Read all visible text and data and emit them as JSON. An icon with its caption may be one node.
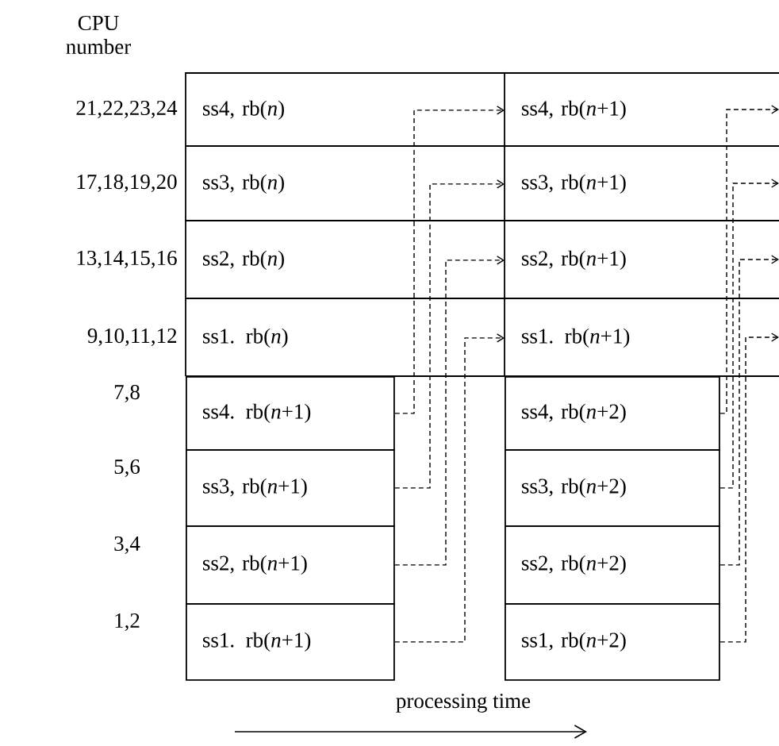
{
  "diagram": {
    "nodes": [
      {
        "text": [
          "ss4, rb(*n*)"
        ]
      },
      {
        "text": [
          "ss3, rb(*n*)"
        ]
      },
      {
        "text": [
          "ss2, rb(*n*)"
        ]
      },
      {
        "text": [
          "ss1. rb(*n*)"
        ]
      },
      {
        "text": [
          "ss4, rb(*n*+1)"
        ]
      },
      {
        "text": [
          "ss3, rb(*n*+1)"
        ]
      },
      {
        "text": [
          "ss2, rb(*n*+1)"
        ]
      },
      {
        "text": [
          "ss1. rb(*n*+1)"
        ]
      },
      {
        "text": [
          "ss4. rb(*n*+1)"
        ]
      },
      {
        "text": [
          "ss3, rb(*n*+1)"
        ]
      },
      {
        "text": [
          "ss2, rb(*n*+1)"
        ]
      },
      {
        "text": [
          "ss1. rb(*n*+1)"
        ]
      },
      {
        "text": [
          "ss4, rb(*n*+2)"
        ]
      },
      {
        "text": [
          "ss3, rb(*n*+2)"
        ]
      },
      {
        "text": [
          "ss2, rb(*n*+2)"
        ]
      },
      {
        "text": [
          "ss1, rb(*n*+2)"
        ]
      }
    ],
    "edges": [
      {
        "from": 8,
        "to": 4,
        "arrow": "to",
        "style": "dashed"
      },
      {
        "from": 9,
        "to": 5,
        "arrow": "to",
        "style": "dashed"
      },
      {
        "from": 10,
        "to": 6,
        "arrow": "to",
        "style": "dashed"
      },
      {
        "from": 11,
        "to": 7,
        "arrow": "to",
        "style": "dashed"
      },
      {
        "from": 12,
        "to": null,
        "arrow": "to",
        "style": "dashed"
      },
      {
        "from": 13,
        "to": null,
        "arrow": "to",
        "style": "dashed"
      },
      {
        "from": 14,
        "to": null,
        "arrow": "to",
        "style": "dashed"
      },
      {
        "from": 15,
        "to": null,
        "arrow": "to",
        "style": "dashed"
      }
    ],
    "labels": [
      "CPU number",
      "21,22,23,24",
      "17,18,19,20",
      "13,14,15,16",
      "9,10,11,12",
      "7,8",
      "5,6",
      "3,4",
      "1,2",
      "processing time"
    ]
  }
}
